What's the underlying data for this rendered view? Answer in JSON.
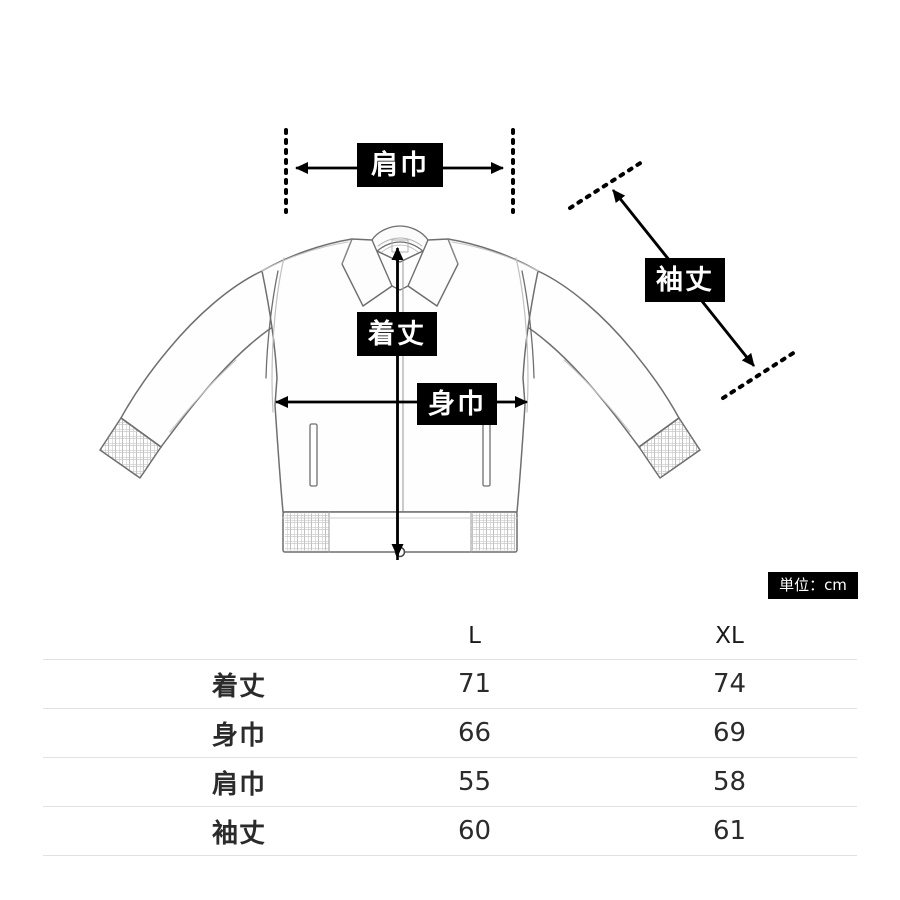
{
  "diagram": {
    "labels": {
      "shoulder_width": "肩巾",
      "body_length": "着丈",
      "body_width": "身巾",
      "sleeve_length": "袖丈"
    },
    "unit_note": "単位：cm",
    "garment": "blouson-jacket-technical-flat"
  },
  "table": {
    "columns": [
      "",
      "L",
      "XL"
    ],
    "rows": [
      {
        "label": "着丈",
        "L": "71",
        "XL": "74"
      },
      {
        "label": "身巾",
        "L": "66",
        "XL": "69"
      },
      {
        "label": "肩巾",
        "L": "55",
        "XL": "58"
      },
      {
        "label": "袖丈",
        "L": "60",
        "XL": "61"
      }
    ]
  },
  "colors": {
    "background": "#ffffff",
    "chip_background": "#000000",
    "chip_text": "#ffffff",
    "line": "#000000",
    "garment_outline": "#6b6b6b",
    "table_rule": "#e2e2e2"
  }
}
